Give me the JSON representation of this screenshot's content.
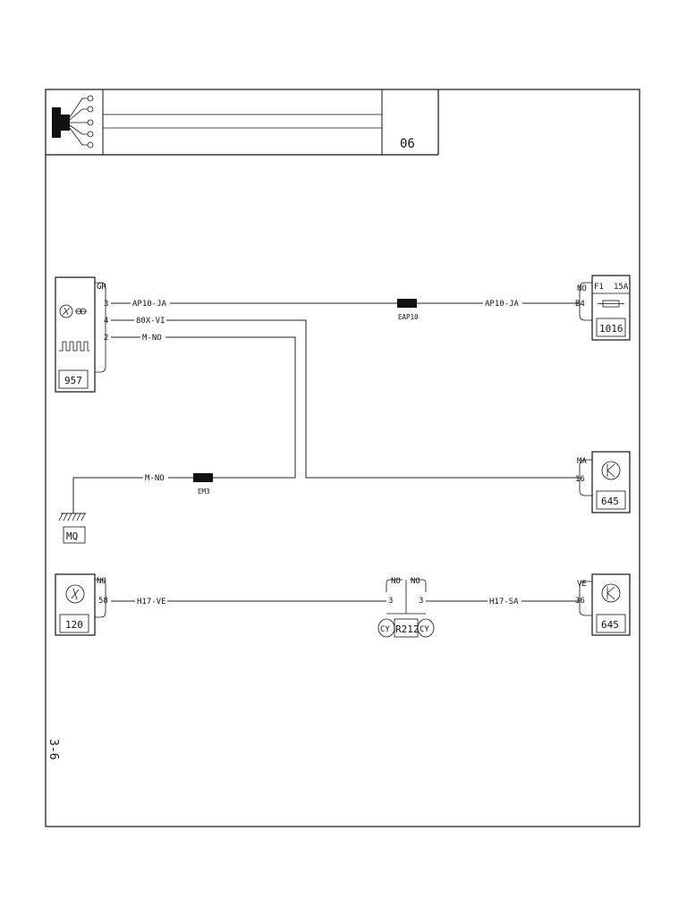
{
  "header": {
    "sheet_number": "06",
    "row1_text": "",
    "row2_text": ""
  },
  "page_ref": "3-6",
  "components": {
    "c957": {
      "id": "957",
      "connector": "GR",
      "pins": [
        "3",
        "4",
        "2"
      ]
    },
    "c1016": {
      "id": "1016",
      "connector": "NO",
      "pin": "B4",
      "fuse": "F1",
      "rating": "15A"
    },
    "c645a": {
      "id": "645",
      "connector": "MA",
      "pin": "16"
    },
    "c120": {
      "id": "120",
      "connector": "NO",
      "pin": "58"
    },
    "c645b": {
      "id": "645",
      "connector": "VE",
      "pin": "36"
    },
    "r212": {
      "id": "R212",
      "left_conn": "NO",
      "right_conn": "NO",
      "left_pin": "3",
      "right_pin": "3",
      "left_tag": "CY",
      "right_tag": "CY"
    },
    "ground": {
      "id": "MQ"
    }
  },
  "wires": {
    "ap10_left": "AP10-JA",
    "ap10_right": "AP10-JA",
    "bx": "80X-VI",
    "mno_top": "M-NO",
    "mno_bottom": "M-NO",
    "h17_ve": "H17-VE",
    "h17_sa": "H17-SA"
  },
  "splices": {
    "eap10": "EAP10",
    "em3": "EM3"
  }
}
